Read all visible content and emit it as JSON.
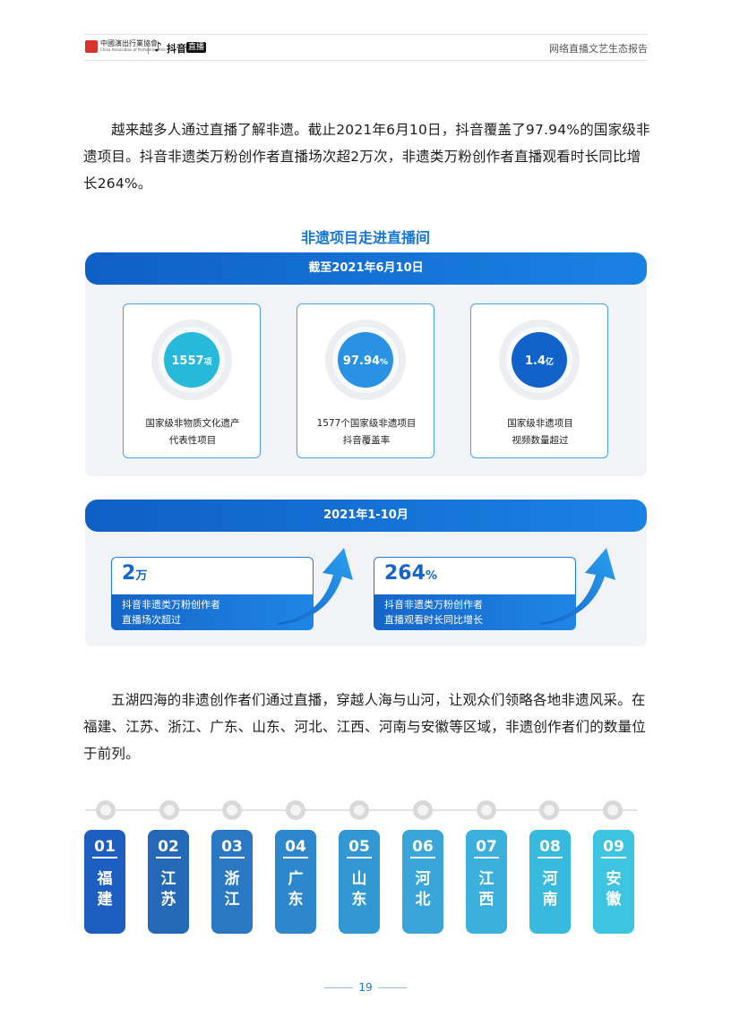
{
  "header": {
    "association_name": "中國演出行業協會",
    "association_name_en": "China Association of Performing Arts",
    "douyin_label": "抖音",
    "douyin_live_label": "直播",
    "report_title": "网络直播文艺生态报告"
  },
  "paragraph1": "越来越多人通过直播了解非遗。截止2021年6月10日，抖音覆盖了97.94%的国家级非遗项目。抖音非遗类万粉创作者直播场次超2万次，非遗类万粉创作者直播观看时长同比增长264%。",
  "infographic": {
    "title": "非遗项目走进直播间",
    "panel1": {
      "header": "截至2021年6月10日",
      "stats": [
        {
          "value": "1557",
          "unit": "项",
          "label_line1": "国家级非物质文化遗产",
          "label_line2": "代表性项目",
          "color": "#27b9d9"
        },
        {
          "value": "97.94",
          "unit": "%",
          "label_line1": "1577个国家级非遗项目",
          "label_line2": "抖音覆盖率",
          "color": "#2a92e2"
        },
        {
          "value": "1.4",
          "unit": "亿",
          "label_line1": "国家级非遗项目",
          "label_line2": "视频数量超过",
          "color": "#1263c9"
        }
      ]
    },
    "panel2": {
      "header": "2021年1-10月",
      "growth": [
        {
          "value": "2",
          "unit": "万",
          "label_line1": "抖音非遗类万粉创作者",
          "label_line2": "直播场次超过"
        },
        {
          "value": "264",
          "unit": "%",
          "label_line1": "抖音非遗类万粉创作者",
          "label_line2": "直播观看时长同比增长"
        }
      ]
    }
  },
  "paragraph2": "五湖四海的非遗创作者们通过直播，穿越人海与山河，让观众们领略各地非遗风采。在福建、江苏、浙江、广东、山东、河北、江西、河南与安徽等区域，非遗创作者们的数量位于前列。",
  "regions": [
    {
      "rank": "01",
      "name": "福建",
      "color": "#1d5fc0"
    },
    {
      "rank": "02",
      "name": "江苏",
      "color": "#2468b7"
    },
    {
      "rank": "03",
      "name": "浙江",
      "color": "#2a78c4"
    },
    {
      "rank": "04",
      "name": "广东",
      "color": "#2d87cc"
    },
    {
      "rank": "05",
      "name": "山东",
      "color": "#3198d4"
    },
    {
      "rank": "06",
      "name": "河北",
      "color": "#3aa5d8"
    },
    {
      "rank": "07",
      "name": "江西",
      "color": "#3bb0dc"
    },
    {
      "rank": "08",
      "name": "河南",
      "color": "#38b9de"
    },
    {
      "rank": "09",
      "name": "安徽",
      "color": "#3cc4e0"
    }
  ],
  "page_number": "19"
}
